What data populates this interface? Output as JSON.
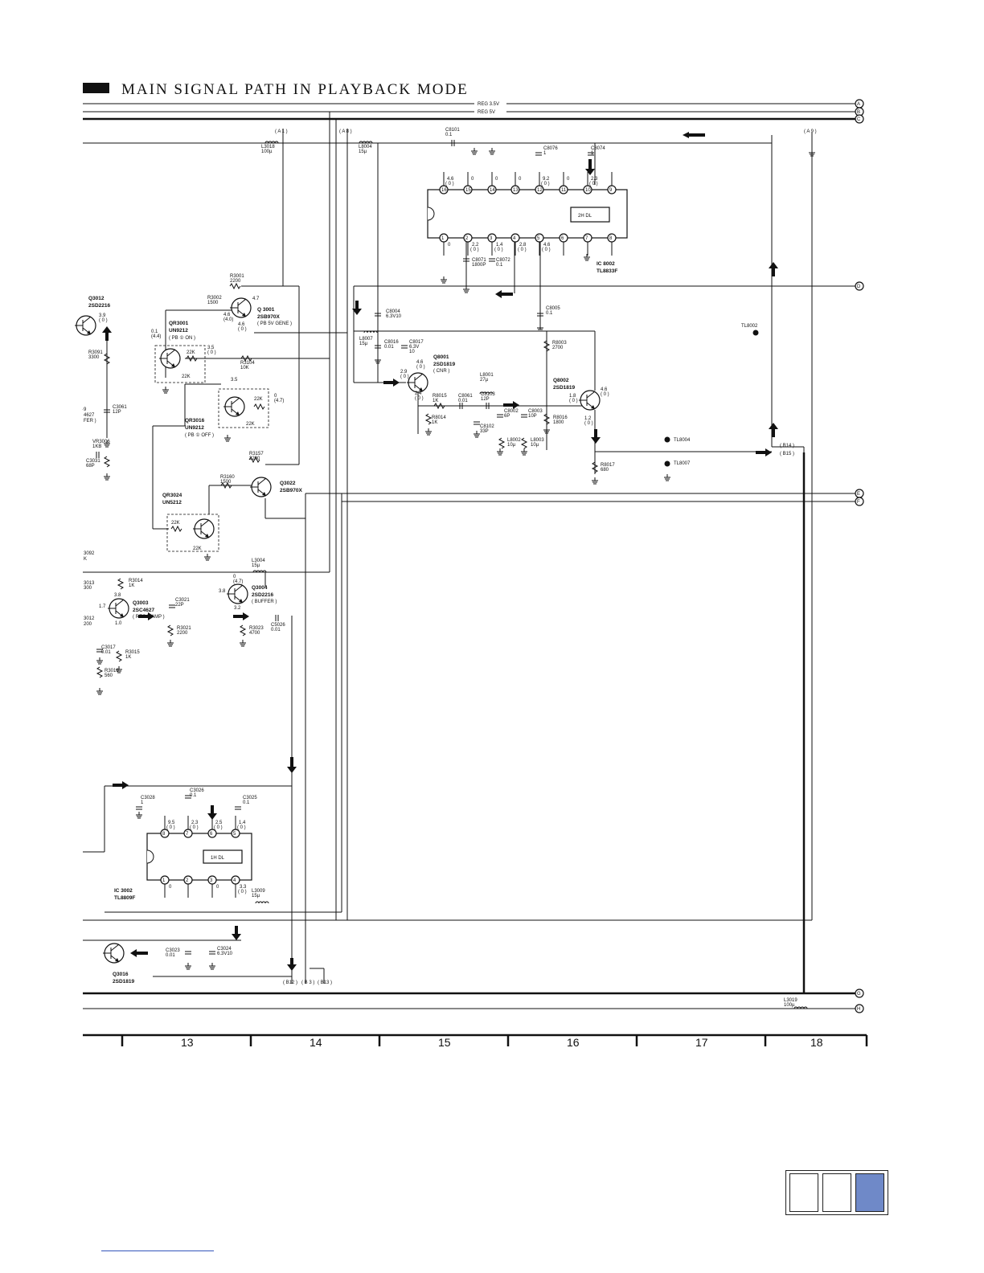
{
  "header": {
    "title": "MAIN SIGNAL PATH IN PLAYBACK MODE"
  },
  "rails": {
    "reg35": "REG 3.5V",
    "reg5": "REG 5V"
  },
  "connectors": {
    "A": "A",
    "B": "B",
    "C": "C",
    "D": "D",
    "E": "E",
    "F": "F",
    "G": "G",
    "H": "H"
  },
  "nets": {
    "a1": "( A 1 )",
    "a8": "( A 8 )",
    "a9": "( A 9 )",
    "b14": "( B14 )",
    "b15": "( B15 )",
    "b12": "( B12 )",
    "b3": "( B 3 )",
    "b13": "( B13 )"
  },
  "ic8002": {
    "name": "IC 8002",
    "part": "TL8833F",
    "block": "2H DL",
    "top_pins": [
      "16",
      "15",
      "14",
      "13",
      "12",
      "11",
      "10",
      "9"
    ],
    "bottom_pins": [
      "1",
      "2",
      "3",
      "4",
      "5",
      "6",
      "7",
      "8"
    ],
    "top_v": [
      "4.6",
      "0",
      "0",
      "0",
      "9.2",
      "0",
      "2.3",
      ""
    ],
    "top_v2": [
      "( 0 )",
      "",
      "",
      "",
      "( 0 )",
      "",
      "( 0 )",
      ""
    ],
    "bot_v": [
      "0",
      "2.2",
      "1.4",
      "2.8",
      "4.6",
      "",
      "",
      ""
    ],
    "bot_v2": [
      "",
      "( 0 )",
      "( 0 )",
      "( 0 )",
      "( 0 )",
      "",
      "",
      ""
    ]
  },
  "ic3002": {
    "name": "IC 3002",
    "part": "TL8809F",
    "block": "1H DL",
    "top_pins": [
      "8",
      "7",
      "6",
      "5"
    ],
    "bottom_pins": [
      "1",
      "2",
      "3",
      "4"
    ],
    "top_v": [
      "9.5",
      "2.3",
      "2.5",
      "1.4"
    ],
    "top_v2": [
      "( 0 )",
      "( 0 )",
      "( 0 )",
      "( 0 )"
    ],
    "bot_v": [
      "0",
      "",
      "0",
      "3.3"
    ],
    "bot_v2": [
      "",
      "",
      "",
      "( 0 )"
    ]
  },
  "transistors": {
    "q3012": [
      "Q3012",
      "2SD2216"
    ],
    "q3001": [
      "Q 3001",
      "2SB970X",
      "( PB 5V GENE )"
    ],
    "qr3001": [
      "QR3001",
      "UN9212",
      "( PB ① ON )"
    ],
    "qr3016": [
      "QR3016",
      "UN9212",
      "( PB ① OFF )"
    ],
    "q3022": [
      "Q3022",
      "2SB970X"
    ],
    "qr3024": [
      "QR3024",
      "UN5212"
    ],
    "q8001": [
      "Q8001",
      "2SD1819",
      "( CNR )"
    ],
    "q8002": [
      "Q8002",
      "2SD1819"
    ],
    "q3003": [
      "Q3003",
      "2SC4627",
      "( REC Y AMP )"
    ],
    "q3004": [
      "Q3004",
      "2SD2216",
      "( BUFFER )"
    ],
    "q3016": [
      "Q3016",
      "2SD1819"
    ]
  },
  "parts": {
    "l3018": [
      "L3018",
      "100µ"
    ],
    "l8004": [
      "L8004",
      "15µ"
    ],
    "c8101": [
      "C8101",
      "0.1"
    ],
    "c8076": [
      "C8076",
      "1"
    ],
    "c8074": [
      "C8074",
      "1"
    ],
    "r3001": [
      "R3001",
      "2200"
    ],
    "r3002": [
      "R3002",
      "1500"
    ],
    "c8071": [
      "C8071",
      "1800P"
    ],
    "c8072": [
      "C8072",
      "0.1"
    ],
    "c8004": [
      "C8004",
      "6.3V10"
    ],
    "c8005": [
      "C8005",
      "0.1"
    ],
    "l8007": [
      "L8007",
      "15µ"
    ],
    "c8016": [
      "C8016",
      "0.01"
    ],
    "c8017": [
      "C8017",
      "6.3V",
      "10"
    ],
    "r8003": [
      "R8003",
      "2700"
    ],
    "tl8002": "TL8002",
    "r3091": [
      "R3091",
      "3300"
    ],
    "r3104": [
      "R3104",
      "10K"
    ],
    "l8001": [
      "L8001",
      "27µ"
    ],
    "r8015": [
      "R8015",
      "1K"
    ],
    "c8061": [
      "C8061",
      "0.01"
    ],
    "c8103": [
      "C8103",
      "12P"
    ],
    "c8002": [
      "C8002",
      "6P"
    ],
    "c8003": [
      "C8003",
      "10P"
    ],
    "r8016": [
      "R8016",
      "1800"
    ],
    "r8014": [
      "R8014",
      "1K"
    ],
    "c8102": [
      "C8102",
      "33P"
    ],
    "l8002": [
      "L8002",
      "10µ"
    ],
    "l8003": [
      "L8003",
      "10µ"
    ],
    "c3061": [
      "C3061",
      "12P"
    ],
    "vr3006": [
      "VR3006",
      "1KB"
    ],
    "c3031": [
      "C3031",
      "68P"
    ],
    "r3157": [
      "R3157",
      "2200"
    ],
    "r3160": [
      "R3160",
      "1500"
    ],
    "tl8004": "TL8004",
    "tl8007": "TL8007",
    "r8017": [
      "R8017",
      "680"
    ],
    "l3004": [
      "L3004",
      "15µ"
    ],
    "r3014": [
      "R3014",
      "1K"
    ],
    "c3021": [
      "C3021",
      "22P"
    ],
    "r3021": [
      "R3021",
      "2200"
    ],
    "r3023": [
      "R3023",
      "4700"
    ],
    "c5026": [
      "C5026",
      "0.01"
    ],
    "c3017": [
      "C3017",
      "0.01"
    ],
    "r3015": [
      "R3015",
      "1K"
    ],
    "r3016": [
      "R3016",
      "560"
    ],
    "c3028": [
      "C3028",
      "1"
    ],
    "c3026": [
      "C3026",
      "0.1"
    ],
    "c3025": [
      "C3025",
      "0.1"
    ],
    "l3009": [
      "L3009",
      "15µ"
    ],
    "c3023": [
      "C3023",
      "0.01"
    ],
    "c3024": [
      "C3024",
      "6.3V10"
    ],
    "l3019": [
      "L3019",
      "100µ"
    ]
  },
  "fragments": [
    "·9",
    "4627",
    "FER )",
    "3092",
    "K",
    "3013",
    "300",
    "3012",
    "200"
  ],
  "voltages": {
    "q3012": [
      "3.9",
      "( 0 )"
    ],
    "q3001_e": "4.7",
    "q3001_b": [
      "4.6",
      "(4.0)"
    ],
    "q3001_c": [
      "4.6",
      "( 0 )"
    ],
    "qr3001_b": [
      "0.1",
      "(4.4)"
    ],
    "qr3001_c": [
      "3.5",
      "( 0 )"
    ],
    "qr3016_c": "3.5",
    "qr3016_b": [
      "0",
      "(4.7)"
    ],
    "q8001_b": [
      "2.9",
      "( 0 )"
    ],
    "q8001_c": [
      "4.6",
      "( 0 )"
    ],
    "q8001_e": [
      "2.4",
      "( 0 )"
    ],
    "q8002_b": [
      "1.8",
      "( 0 )"
    ],
    "q8002_c": [
      "4.6",
      "( 0 )"
    ],
    "q8002_e": [
      "1.2",
      "( 0 )"
    ],
    "q3003_b": "1.7",
    "q3003_c": "3.8",
    "q3003_e": "1.0",
    "q3004_c": [
      "0",
      "(4.7)"
    ],
    "q3004_b": "3.8",
    "q3004_e": "3.2"
  },
  "resistor_values": {
    "r22k": "22K"
  },
  "columns": [
    "13",
    "14",
    "15",
    "16",
    "17",
    "18"
  ],
  "nav": {
    "pages": [
      "page-1",
      "page-2",
      "page-3"
    ],
    "active": 2
  }
}
